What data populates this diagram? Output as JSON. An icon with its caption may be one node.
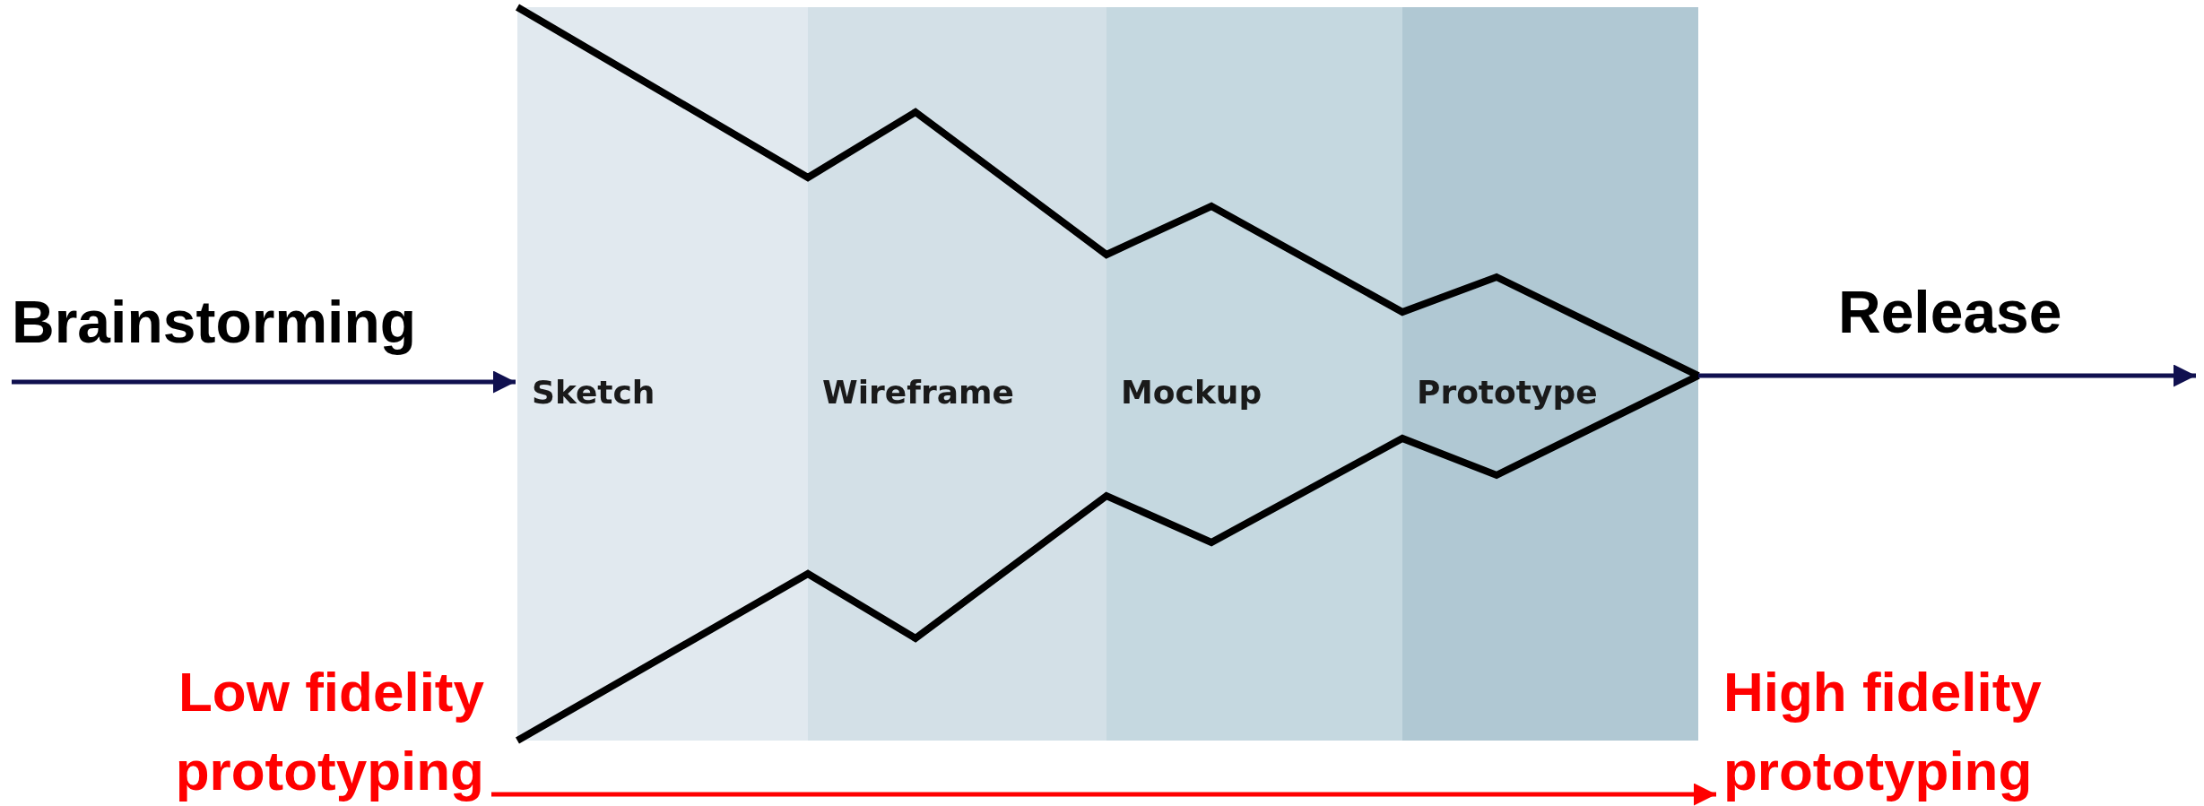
{
  "diagram": {
    "nodes": [
      {
        "text": [
          "Sketch"
        ]
      },
      {
        "text": [
          "Wireframe"
        ]
      },
      {
        "text": [
          "Mockup"
        ]
      },
      {
        "text": [
          "Prototype"
        ]
      },
      {
        "text": [
          "Low fidelity prototyping"
        ]
      },
      {
        "text": [
          "High fidelity prototyping"
        ]
      }
    ],
    "edges": [
      {
        "from": null,
        "to": 0,
        "arrow": "to",
        "label": "Brainstorming"
      },
      {
        "from": 3,
        "to": null,
        "arrow": "to",
        "label": "Release"
      },
      {
        "from": 4,
        "to": 5,
        "arrow": "to",
        "color": "#ff0000"
      }
    ]
  }
}
